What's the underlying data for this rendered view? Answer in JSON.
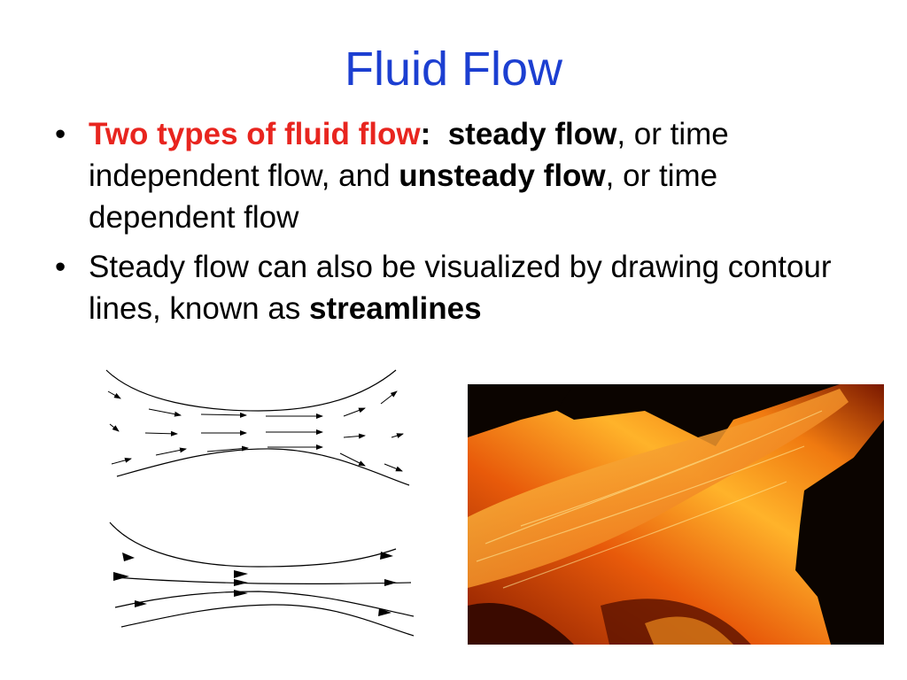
{
  "slide": {
    "title": "Fluid Flow",
    "colors": {
      "title": "#1c3fd1",
      "emphasis": "#e8251f",
      "text": "#000000"
    }
  },
  "bullets": [
    {
      "marker": "•",
      "lead_red": "Two types of fluid flow",
      "colon": ":",
      "steady_term": "steady flow",
      "steady_desc": ", or time independent flow, and ",
      "unsteady_term": "unsteady flow",
      "unsteady_desc": ", or time dependent flow"
    },
    {
      "marker": "•",
      "text": "Steady flow can also be visualized by drawing contour lines, known as ",
      "term": "streamlines"
    }
  ],
  "figures": {
    "velocity_field_icon": "arrow-field-diagram",
    "streamline_icon": "streamline-diagram",
    "photo_icon": "lava-flow-photo"
  }
}
